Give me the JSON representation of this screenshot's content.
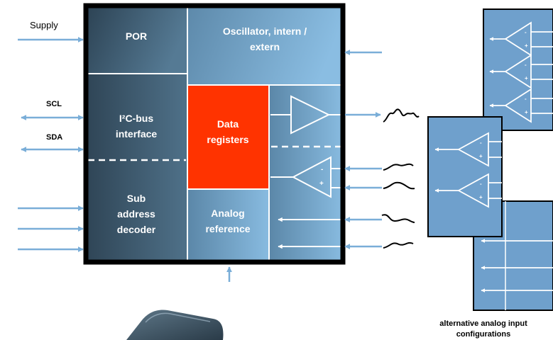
{
  "labels": {
    "supply": "Supply",
    "scl": "SCL",
    "sda": "SDA",
    "alt_caption_1": "alternative analog input",
    "alt_caption_2": "configurations"
  },
  "blocks": {
    "por": "POR",
    "oscillator_1": "Oscillator, intern /",
    "oscillator_2": "extern",
    "i2c_1": "I²C-bus",
    "i2c_2": "interface",
    "data_reg_1": "Data",
    "data_reg_2": "registers",
    "subaddr_1": "Sub",
    "subaddr_2": "address",
    "subaddr_3": "decoder",
    "analog_ref_1": "Analog",
    "analog_ref_2": "reference"
  },
  "opamp": {
    "minus": "-",
    "plus": "+"
  },
  "colors": {
    "dark_block": "#3f5f74",
    "light_block": "#7fb0d6",
    "data_registers": "#ff3300",
    "frame": "#000000",
    "arrow": "#7aaed8"
  }
}
